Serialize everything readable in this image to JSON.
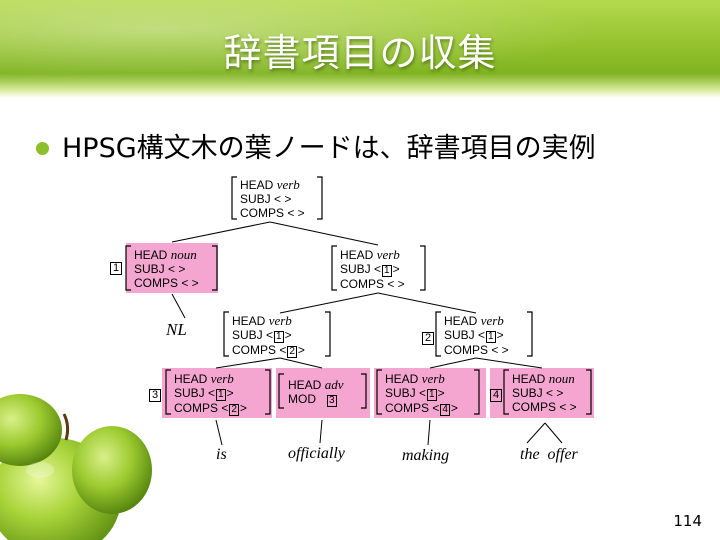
{
  "slide": {
    "title": "辞書項目の収集",
    "bullet": "HPSG構文木の葉ノードは、辞書項目の実例",
    "page_number": "114"
  },
  "tree": {
    "root": {
      "head": "HEAD",
      "head_val": "verb",
      "subj": "SUBJ  < >",
      "comps": "COMPS  < >"
    },
    "np": {
      "tag": "1",
      "head": "HEAD",
      "head_val": "noun",
      "subj": "SUBJ  < >",
      "comps": "COMPS  < >"
    },
    "vp_top": {
      "head": "HEAD",
      "head_val": "verb",
      "subj_pre": "SUBJ  <",
      "subj_tag": "1",
      "subj_post": ">",
      "comps": "COMPS  < >"
    },
    "np_word": "NL",
    "vp_mid": {
      "head": "HEAD",
      "head_val": "verb",
      "subj_pre": "SUBJ  <",
      "subj_tag": "1",
      "subj_post": ">",
      "comps_pre": "COMPS  <",
      "comps_tag": "2",
      "comps_post": ">"
    },
    "vp_right": {
      "tag": "2",
      "head": "HEAD",
      "head_val": "verb",
      "subj_pre": "SUBJ  <",
      "subj_tag": "1",
      "subj_post": ">",
      "comps": "COMPS  < >"
    },
    "is_node": {
      "tag": "3",
      "head": "HEAD",
      "head_val": "verb",
      "subj_pre": "SUBJ  <",
      "subj_tag": "1",
      "subj_post": ">",
      "comps_pre": "COMPS  <",
      "comps_tag": "2",
      "comps_post": ">"
    },
    "adv_node": {
      "head": "HEAD",
      "head_val": "adv",
      "mod_pre": "MOD",
      "mod_tag": "3"
    },
    "making_node": {
      "head": "HEAD",
      "head_val": "verb",
      "subj_pre": "SUBJ  <",
      "subj_tag": "1",
      "subj_post": ">",
      "comps_pre": "COMPS  <",
      "comps_tag": "4",
      "comps_post": ">"
    },
    "offer_node": {
      "tag": "4",
      "head": "HEAD",
      "head_val": "noun",
      "subj": "SUBJ  < >",
      "comps": "COMPS  < >"
    },
    "words": {
      "is": "is",
      "officially": "officially",
      "making": "making",
      "the_offer": "the  offer"
    }
  },
  "colors": {
    "banner": "#8cbf2a",
    "highlight": "#f4a6d1",
    "bullet": "#8cbf2a"
  },
  "decor": {
    "image": "green-apples"
  }
}
